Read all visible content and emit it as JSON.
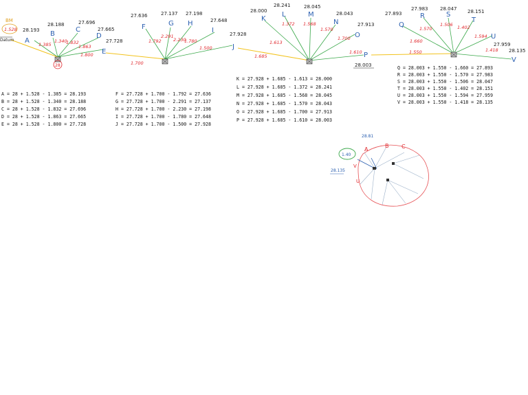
{
  "colors": {
    "ink": "#1a1a1a",
    "point_label": "#2a5fb0",
    "reading": "#e0262b",
    "sight_line": "#3aa84a",
    "backsight": "#f2c21b",
    "callout": "#e0262b",
    "circle_marker": "#3aa84a"
  },
  "setups": [
    {
      "benchmark_label": "BM",
      "benchmark_reading": "1.528",
      "benchmark_tag": "Datum",
      "station_label": "28",
      "points": [
        {
          "label": "A",
          "elevation": "28.193",
          "reading": "1.385"
        },
        {
          "label": "B",
          "elevation": "28.188",
          "reading": "1.340"
        },
        {
          "label": "C",
          "elevation": "27.696",
          "reading": "1.832"
        },
        {
          "label": "D",
          "elevation": "27.665",
          "reading": "1.863"
        },
        {
          "label": "E",
          "elevation": "27.728",
          "reading": "1.800"
        }
      ]
    },
    {
      "turning_reading": "1.700",
      "points": [
        {
          "label": "F",
          "elevation": "27.636",
          "reading": "1.792"
        },
        {
          "label": "G",
          "elevation": "27.137",
          "reading": "2.291"
        },
        {
          "label": "H",
          "elevation": "27.198",
          "reading": "2.230"
        },
        {
          "label": "I",
          "elevation": "27.648",
          "reading": "1.780"
        },
        {
          "label": "J",
          "elevation": "27.928",
          "reading": "1.500"
        }
      ]
    },
    {
      "turning_reading": "1.685",
      "points": [
        {
          "label": "K",
          "elevation": "28.000",
          "reading": "1.613"
        },
        {
          "label": "L",
          "elevation": "28.241",
          "reading": "1.372"
        },
        {
          "label": "M",
          "elevation": "28.045",
          "reading": "1.568"
        },
        {
          "label": "N",
          "elevation": "28.043",
          "reading": "1.570"
        },
        {
          "label": "O",
          "elevation": "27.913",
          "reading": "1.700"
        },
        {
          "label": "P",
          "elevation": "28.003",
          "reading": "1.610"
        }
      ],
      "callout": "28.003"
    },
    {
      "turning_reading": "1.550",
      "points": [
        {
          "label": "Q",
          "elevation": "27.893",
          "reading": "1.660"
        },
        {
          "label": "R",
          "elevation": "27.983",
          "reading": "1.570"
        },
        {
          "label": "S",
          "elevation": "28.047",
          "reading": "1.506"
        },
        {
          "label": "T",
          "elevation": "28.151",
          "reading": "1.402"
        },
        {
          "label": "U",
          "elevation": "27.959",
          "reading": "1.594"
        },
        {
          "label": "V",
          "elevation": "28.135",
          "reading": "1.418"
        }
      ]
    }
  ],
  "calculations": [
    [
      "A = 28 + 1.528 - 1.385 = 28.193",
      "B = 28 + 1.528 - 1.340 = 28.188",
      "C = 28 + 1.528 - 1.832 = 27.696",
      "D = 28 + 1.528 - 1.863 = 27.665",
      "E = 28 + 1.528 - 1.800 = 27.728"
    ],
    [
      "F = 27.728 + 1.700 - 1.792 = 27.636",
      "G = 27.728 + 1.700 - 2.291 = 27.137",
      "H = 27.728 + 1.700 - 2.230 = 27.198",
      "I = 27.728 + 1.700 - 1.780 = 27.648",
      "J = 27.728 + 1.700 - 1.500 = 27.928"
    ],
    [
      "K = 27.928 + 1.685 - 1.613 = 28.000",
      "L = 27.928 + 1.685 - 1.372 = 28.241",
      "M = 27.928 + 1.685 - 1.568 = 28.045",
      "N = 27.928 + 1.685 - 1.570 = 28.043",
      "O = 27.928 + 1.685 - 1.700 = 27.913",
      "P = 27.928 + 1.685 - 1.610 = 28.003"
    ],
    [
      "Q = 28.003 + 1.550 - 1.660 = 27.893",
      "R = 28.003 + 1.550 - 1.570 = 27.983",
      "S = 28.003 + 1.550 - 1.506 = 28.047",
      "T = 28.003 + 1.550 - 1.402 = 28.151",
      "U = 28.003 + 1.550 - 1.594 = 27.959",
      "V = 28.003 + 1.550 - 1.418 = 28.135"
    ]
  ],
  "sketch": {
    "circle_reading": "1.40",
    "top_note": "28.81",
    "side_note": "28.135",
    "labels": [
      "A",
      "B",
      "C",
      "U",
      "V"
    ]
  }
}
